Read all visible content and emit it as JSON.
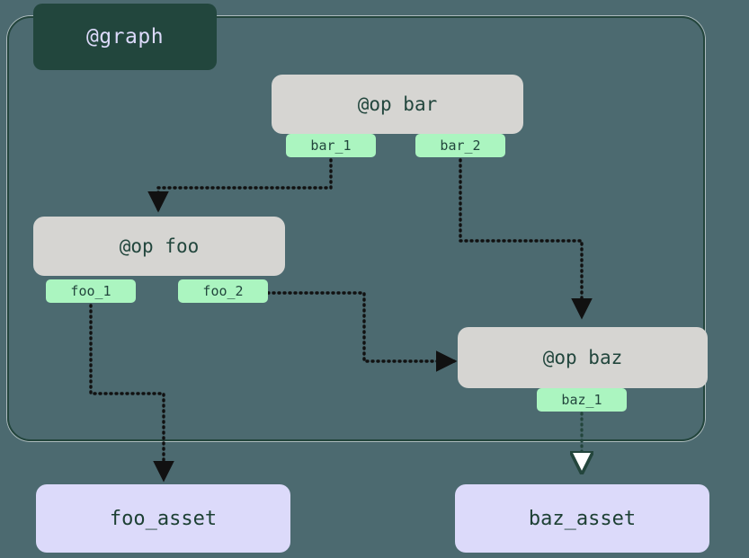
{
  "graph": {
    "cluster_label": "@graph",
    "background_color": "#4c6a70",
    "cluster_border_color": "#23453c",
    "cluster_label_bg": "#22463d",
    "cluster_label_fg": "#dcdafa",
    "op_node_bg": "#d6d5d2",
    "op_node_fg": "#22463d",
    "port_bg": "#abf5c0",
    "port_fg": "#22463d",
    "asset_node_bg": "#dcdafa",
    "asset_node_fg": "#1d4034",
    "edge_color": "#111111",
    "asset_edge_color": "#23453c"
  },
  "nodes": {
    "op_bar": {
      "label": "@op bar"
    },
    "op_foo": {
      "label": "@op foo"
    },
    "op_baz": {
      "label": "@op baz"
    },
    "foo_asset": {
      "label": "foo_asset"
    },
    "baz_asset": {
      "label": "baz_asset"
    }
  },
  "ports": {
    "bar_1": {
      "label": "bar_1"
    },
    "bar_2": {
      "label": "bar_2"
    },
    "foo_1": {
      "label": "foo_1"
    },
    "foo_2": {
      "label": "foo_2"
    },
    "baz_1": {
      "label": "baz_1"
    }
  },
  "edges": [
    {
      "from": "bar_1",
      "to": "op_foo",
      "style": "dotted",
      "arrow": "filled"
    },
    {
      "from": "bar_2",
      "to": "op_baz",
      "style": "dotted",
      "arrow": "filled"
    },
    {
      "from": "foo_2",
      "to": "op_baz",
      "style": "dotted",
      "arrow": "filled"
    },
    {
      "from": "foo_1",
      "to": "foo_asset",
      "style": "dotted",
      "arrow": "filled"
    },
    {
      "from": "baz_1",
      "to": "baz_asset",
      "style": "dotted",
      "arrow": "hollow"
    }
  ]
}
